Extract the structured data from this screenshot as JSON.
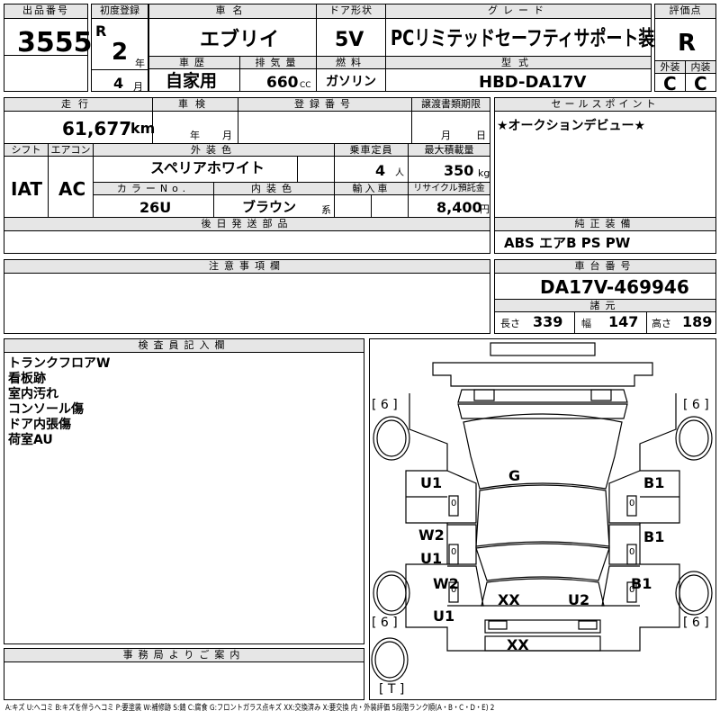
{
  "header": {
    "lot_label": "出品番号",
    "lot_value": "3555",
    "first_reg_label": "初度登録",
    "era_mark": "R",
    "first_reg_year": "2",
    "first_reg_year_unit": "年",
    "first_reg_month": "4",
    "first_reg_month_unit": "月",
    "car_name_label": "車名",
    "car_name": "エブリイ",
    "history_label": "車歴",
    "history_value": "自家用",
    "displacement_label": "排気量",
    "displacement_value": "660",
    "displacement_unit": "CC",
    "door_label": "ドア形状",
    "door_value": "5V",
    "fuel_label": "燃料",
    "fuel_value": "ガソリン",
    "grade_label": "グレード",
    "grade_value": "PCリミテッドセーフティサポート装着車",
    "model_label": "型式",
    "model_value": "HBD-DA17V",
    "score_label": "評価点",
    "score_value": "R",
    "exterior_label": "外装",
    "exterior_value": "C",
    "interior_label": "内装",
    "interior_value": "C"
  },
  "info": {
    "mileage_label": "走行",
    "mileage_value": "61,677",
    "mileage_unit": "km",
    "inspection_label": "車検",
    "inspection_year_unit": "年",
    "inspection_month_unit": "月",
    "regno_label": "登録番号",
    "transfer_label": "譲渡書類期限",
    "transfer_month_unit": "月",
    "transfer_day_unit": "日",
    "shift_label": "シフト",
    "shift_value": "IAT",
    "ac_label": "エアコン",
    "ac_value": "AC",
    "color_label": "外装色",
    "color_value": "スペリアホワイト",
    "capacity_label": "乗車定員",
    "capacity_value": "4",
    "capacity_unit": "人",
    "load_label": "最大積載量",
    "load_value": "350",
    "load_unit": "kg",
    "colorno_label": "カラーNo.",
    "colorno_value": "26U",
    "int_color_label": "内装色",
    "int_color_value": "ブラウン",
    "int_color_unit": "系",
    "import_label": "輸入車",
    "recycle_label": "リサイクル預託金",
    "recycle_value": "8,400",
    "recycle_unit": "円",
    "later_parts_label": "後日発送部品",
    "notes_label": "注意事項欄",
    "inspector_label": "検査員記入欄",
    "inspector_notes": [
      "トランクフロアW",
      "看板跡",
      "室内汚れ",
      "コンソール傷",
      "ドア内張傷",
      "荷室AU"
    ],
    "office_label": "事務局よりご案内"
  },
  "sales": {
    "sales_point_label": "セールスポイント",
    "sales_point_value": "★オークションデビュー★",
    "equipment_label": "純正装備",
    "equipment_value": "ABS エアB PS PW",
    "chassis_label": "車台番号",
    "chassis_value": "DA17V-469946",
    "dims_label": "諸元",
    "length_label": "長さ",
    "length_value": "339",
    "width_label": "幅",
    "width_value": "147",
    "height_label": "高さ",
    "height_value": "189"
  },
  "diagram": {
    "tire_left_top": "[ 6 ]",
    "tire_right_top": "[ 6 ]",
    "tire_left_bottom": "[ 6 ]",
    "tire_right_bottom": "[ 6 ]",
    "spare": "[ T ]",
    "marks": {
      "roof": "G",
      "front_left_door": "U1",
      "front_right_door": "B1",
      "rear_left_door_a": "W2",
      "rear_left_door_b": "U1",
      "rear_right_door": "B1",
      "rear_left_fender_a": "W2",
      "rear_left_fender_b": "U1",
      "rear_right_fender": "B1",
      "rear_left_inner": "XX",
      "rear_right_inner": "U2",
      "rear_bumper": "XX",
      "left_small_1": "0",
      "left_small_2": "0",
      "left_small_3": "0",
      "right_small_1": "0",
      "right_small_2": "0",
      "right_small_3": "0"
    }
  },
  "legend": "A:キズ U:ヘコミ B:キズを伴うヘコミ P:要塗装 W:補修跡 S:錆 C:腐食 G:フロントガラス点キズ XX:交換済み X:要交換 内・外装評価 5段階ランク順(A・B・C・D・E) 2"
}
